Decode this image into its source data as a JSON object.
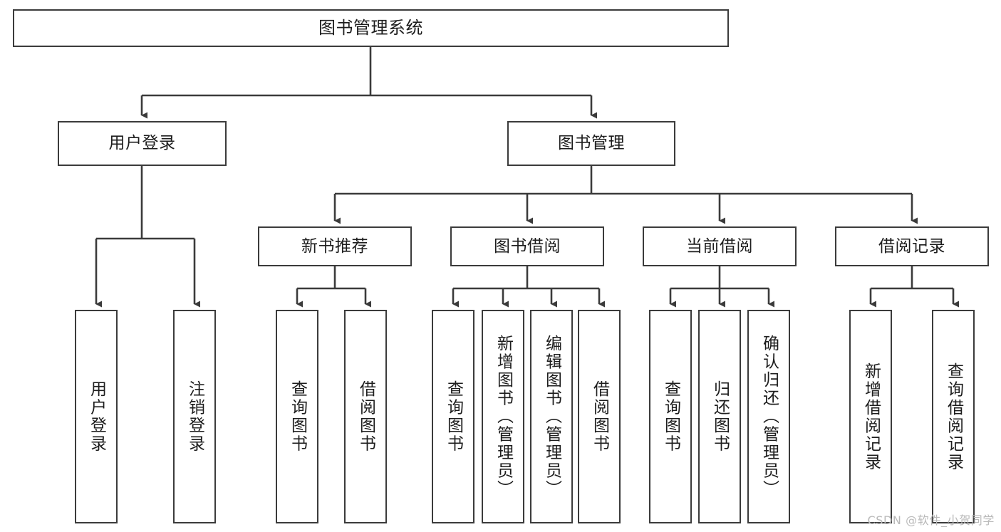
{
  "diagram": {
    "title": "图书管理系统",
    "type": "tree",
    "orientation": "top-down",
    "colors": {
      "box_border": "#3b3b3b",
      "box_fill": "#ffffff",
      "connector": "#3b3b3b",
      "text": "#1d1d1d",
      "watermark": "#b9b9b9",
      "background": "#ffffff"
    },
    "watermark": "CSDN @软件_小贺同学",
    "nodes": {
      "root": {
        "label": "图书管理系统"
      },
      "level2": [
        {
          "id": "user-login",
          "label": "用户登录"
        },
        {
          "id": "book-manage",
          "label": "图书管理"
        }
      ],
      "level3": [
        {
          "id": "new-book-recommend",
          "label": "新书推荐"
        },
        {
          "id": "book-borrow",
          "label": "图书借阅"
        },
        {
          "id": "current-borrow",
          "label": "当前借阅"
        },
        {
          "id": "borrow-record",
          "label": "借阅记录"
        }
      ],
      "leaves": {
        "user-login": [
          {
            "id": "leaf-user-login",
            "label": "用户登录"
          },
          {
            "id": "leaf-logout-login",
            "label": "注销登录"
          }
        ],
        "new-book-recommend": [
          {
            "id": "leaf-query-book-1",
            "label": "查询图书"
          },
          {
            "id": "leaf-borrow-book-1",
            "label": "借阅图书"
          }
        ],
        "book-borrow": [
          {
            "id": "leaf-query-book-2",
            "label": "查询图书"
          },
          {
            "id": "leaf-add-book",
            "label": "新增图书（管理员）"
          },
          {
            "id": "leaf-edit-book",
            "label": "编辑图书（管理员）"
          },
          {
            "id": "leaf-borrow-book-2",
            "label": "借阅图书"
          }
        ],
        "current-borrow": [
          {
            "id": "leaf-query-book-3",
            "label": "查询图书"
          },
          {
            "id": "leaf-return-book",
            "label": "归还图书"
          },
          {
            "id": "leaf-confirm-return",
            "label": "确认归还（管理员）"
          }
        ],
        "borrow-record": [
          {
            "id": "leaf-add-record",
            "label": "新增借阅记录"
          },
          {
            "id": "leaf-query-record",
            "label": "查询借阅记录"
          }
        ]
      }
    }
  }
}
